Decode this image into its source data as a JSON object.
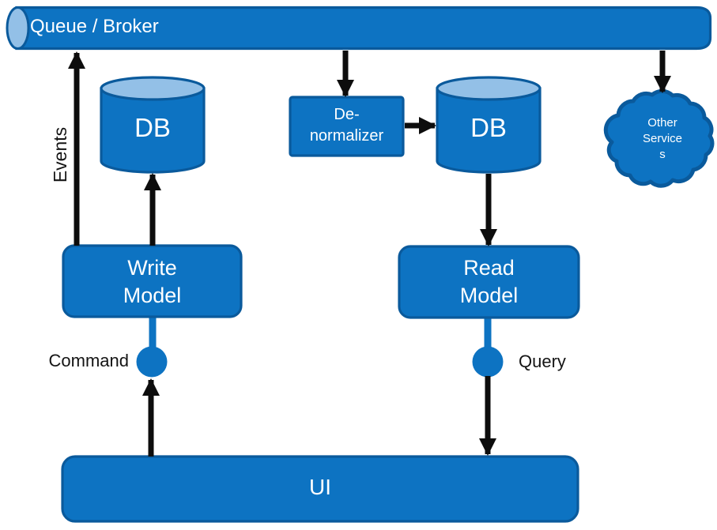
{
  "colors": {
    "primary": "#0d73c2",
    "border": "#0a5a9c",
    "cylinder_cap": "#93c0e7",
    "arrow": "#0d0d0d",
    "label_text": "#ffffff",
    "annotation_text": "#141414",
    "background": "#ffffff"
  },
  "queue": {
    "label": "Queue / Broker"
  },
  "events_arrow": {
    "label": "Events"
  },
  "write_db": {
    "label": "DB"
  },
  "read_db": {
    "label": "DB"
  },
  "denormalizer": {
    "line1": "De-",
    "line2": "normalizer"
  },
  "write_model": {
    "line1": "Write",
    "line2": "Model"
  },
  "read_model": {
    "line1": "Read",
    "line2": "Model"
  },
  "command": {
    "label": "Command"
  },
  "query": {
    "label": "Query"
  },
  "ui": {
    "label": "UI"
  },
  "other_services": {
    "line1": "Other",
    "line2": "Service",
    "line3": "s"
  }
}
